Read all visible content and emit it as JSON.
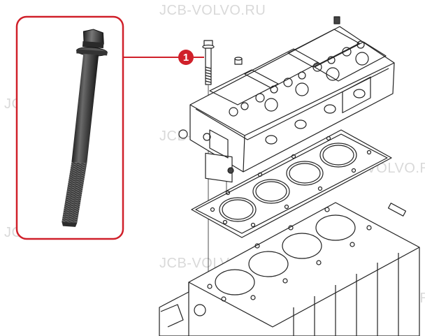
{
  "watermark": "JCB-VOLVO.RU",
  "callout": {
    "number": "1",
    "color": "#d0202a"
  },
  "colors": {
    "frame": "#d0202a",
    "bolt": "#3a3a3a",
    "line": "#222222"
  },
  "icons": {
    "bolt": "hex-flange-bolt-icon",
    "exploded_view": "engine-cylinder-head-diagram"
  }
}
